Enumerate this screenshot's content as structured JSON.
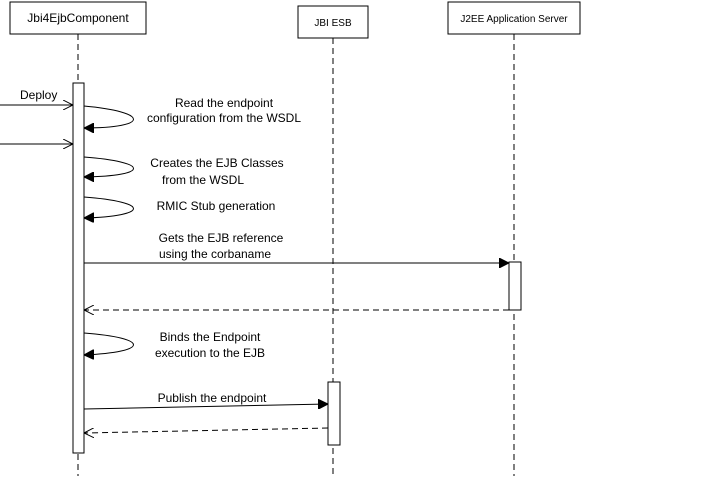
{
  "participants": [
    {
      "id": "component",
      "label": "Jbi4EjbComponent"
    },
    {
      "id": "esb",
      "label": "JBI ESB"
    },
    {
      "id": "server",
      "label": "J2EE Application Server"
    }
  ],
  "messages": {
    "deploy": "Deploy",
    "read_line1": "Read the endpoint",
    "read_line2": "configuration from the WSDL",
    "create_line1": "Creates the EJB Classes",
    "create_line2": "from the WSDL",
    "rmic": "RMIC Stub generation",
    "gets_line1": "Gets the EJB reference",
    "gets_line2": "using the corbaname",
    "binds_line1": "Binds the Endpoint",
    "binds_line2": "execution to the EJB",
    "publish": "Publish the endpoint"
  }
}
